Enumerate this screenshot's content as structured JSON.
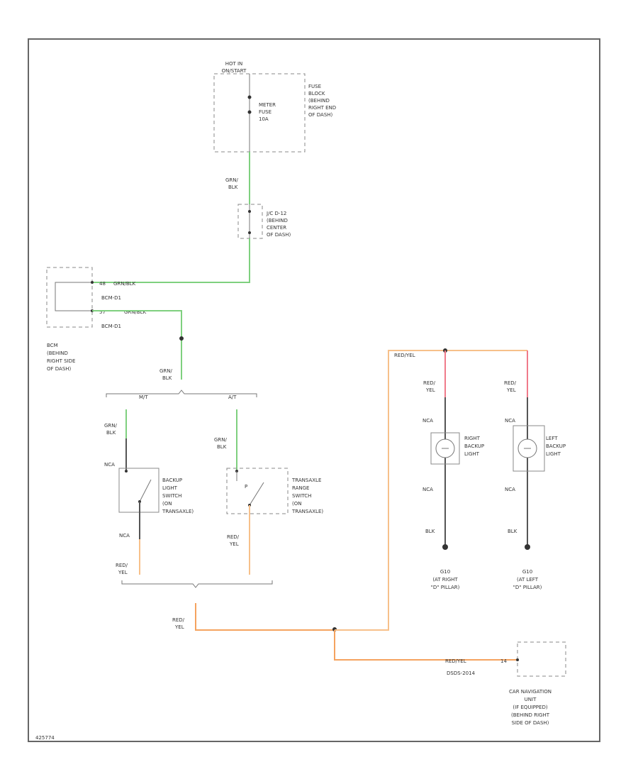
{
  "fuse_block": {
    "header": [
      "HOT IN",
      "ON/START"
    ],
    "fuse": [
      "METER",
      "FUSE",
      "10A"
    ],
    "location": [
      "FUSE",
      "BLOCK",
      "(BEHIND",
      "RIGHT END",
      "OF DASH)"
    ]
  },
  "wire_grn_blk_1": [
    "GRN/",
    "BLK"
  ],
  "jc": [
    "J/C D-12",
    "(BEHIND",
    "CENTER",
    "OF DASH)"
  ],
  "bcm": {
    "pin_a": "48",
    "pin_a_wire": "GRN/BLK",
    "pin_a_conn": "BCM-D1",
    "pin_b": "57",
    "pin_b_wire": "GRN/BLK",
    "pin_b_conn": "BCM-D1",
    "location": [
      "BCM",
      "(BEHIND",
      "RIGHT SIDE",
      "OF DASH)"
    ]
  },
  "wire_grn_blk_2": [
    "GRN/",
    "BLK"
  ],
  "branch": {
    "mt": "M/T",
    "at": "A/T"
  },
  "backup_switch": {
    "wire_top": [
      "GRN/",
      "BLK"
    ],
    "conn_top": "NCA",
    "name": [
      "BACKUP",
      "LIGHT",
      "SWITCH",
      "(ON",
      "TRANSAXLE)"
    ],
    "conn_bottom": "NCA",
    "wire_bottom": [
      "RED/",
      "YEL"
    ]
  },
  "range_switch": {
    "wire_top": [
      "GRN/",
      "BLK"
    ],
    "name": [
      "TRANSAXLE",
      "RANGE",
      "SWITCH",
      "(ON",
      "TRANSAXLE)"
    ],
    "wire_bottom": [
      "RED/",
      "YEL"
    ]
  },
  "wire_red_yel_main": [
    "RED/",
    "YEL"
  ],
  "wire_red_yel_top": "RED/YEL",
  "right_light": {
    "wire": [
      "RED/",
      "YEL"
    ],
    "conn_top": "NCA",
    "name": [
      "RIGHT",
      "BACKUP",
      "LIGHT"
    ],
    "conn_bottom": "NCA",
    "ground_wire": "BLK",
    "ground": [
      "G10",
      "(AT RIGHT",
      "\"D\" PILLAR)"
    ]
  },
  "left_light": {
    "wire": [
      "RED/",
      "YEL"
    ],
    "conn_top": "NCA",
    "name": [
      "LEFT",
      "BACKUP",
      "LIGHT"
    ],
    "conn_bottom": "NCA",
    "ground_wire": "BLK",
    "ground": [
      "G10",
      "(AT LEFT",
      "\"D\" PILLAR)"
    ]
  },
  "nav": {
    "wire": "RED/YEL",
    "pin": "14",
    "conn": "DSDS-2014",
    "name": [
      "CAR NAVIGATION",
      "UNIT",
      "(IF EQUIPPED)",
      "(BEHIND RIGHT",
      "SIDE OF DASH)"
    ]
  },
  "corner_label": "425774",
  "colors": {
    "green": "#7fd07f",
    "orange": "#f5a35f",
    "light_orange": "#f7c08a",
    "pink": "#f07a8a"
  }
}
